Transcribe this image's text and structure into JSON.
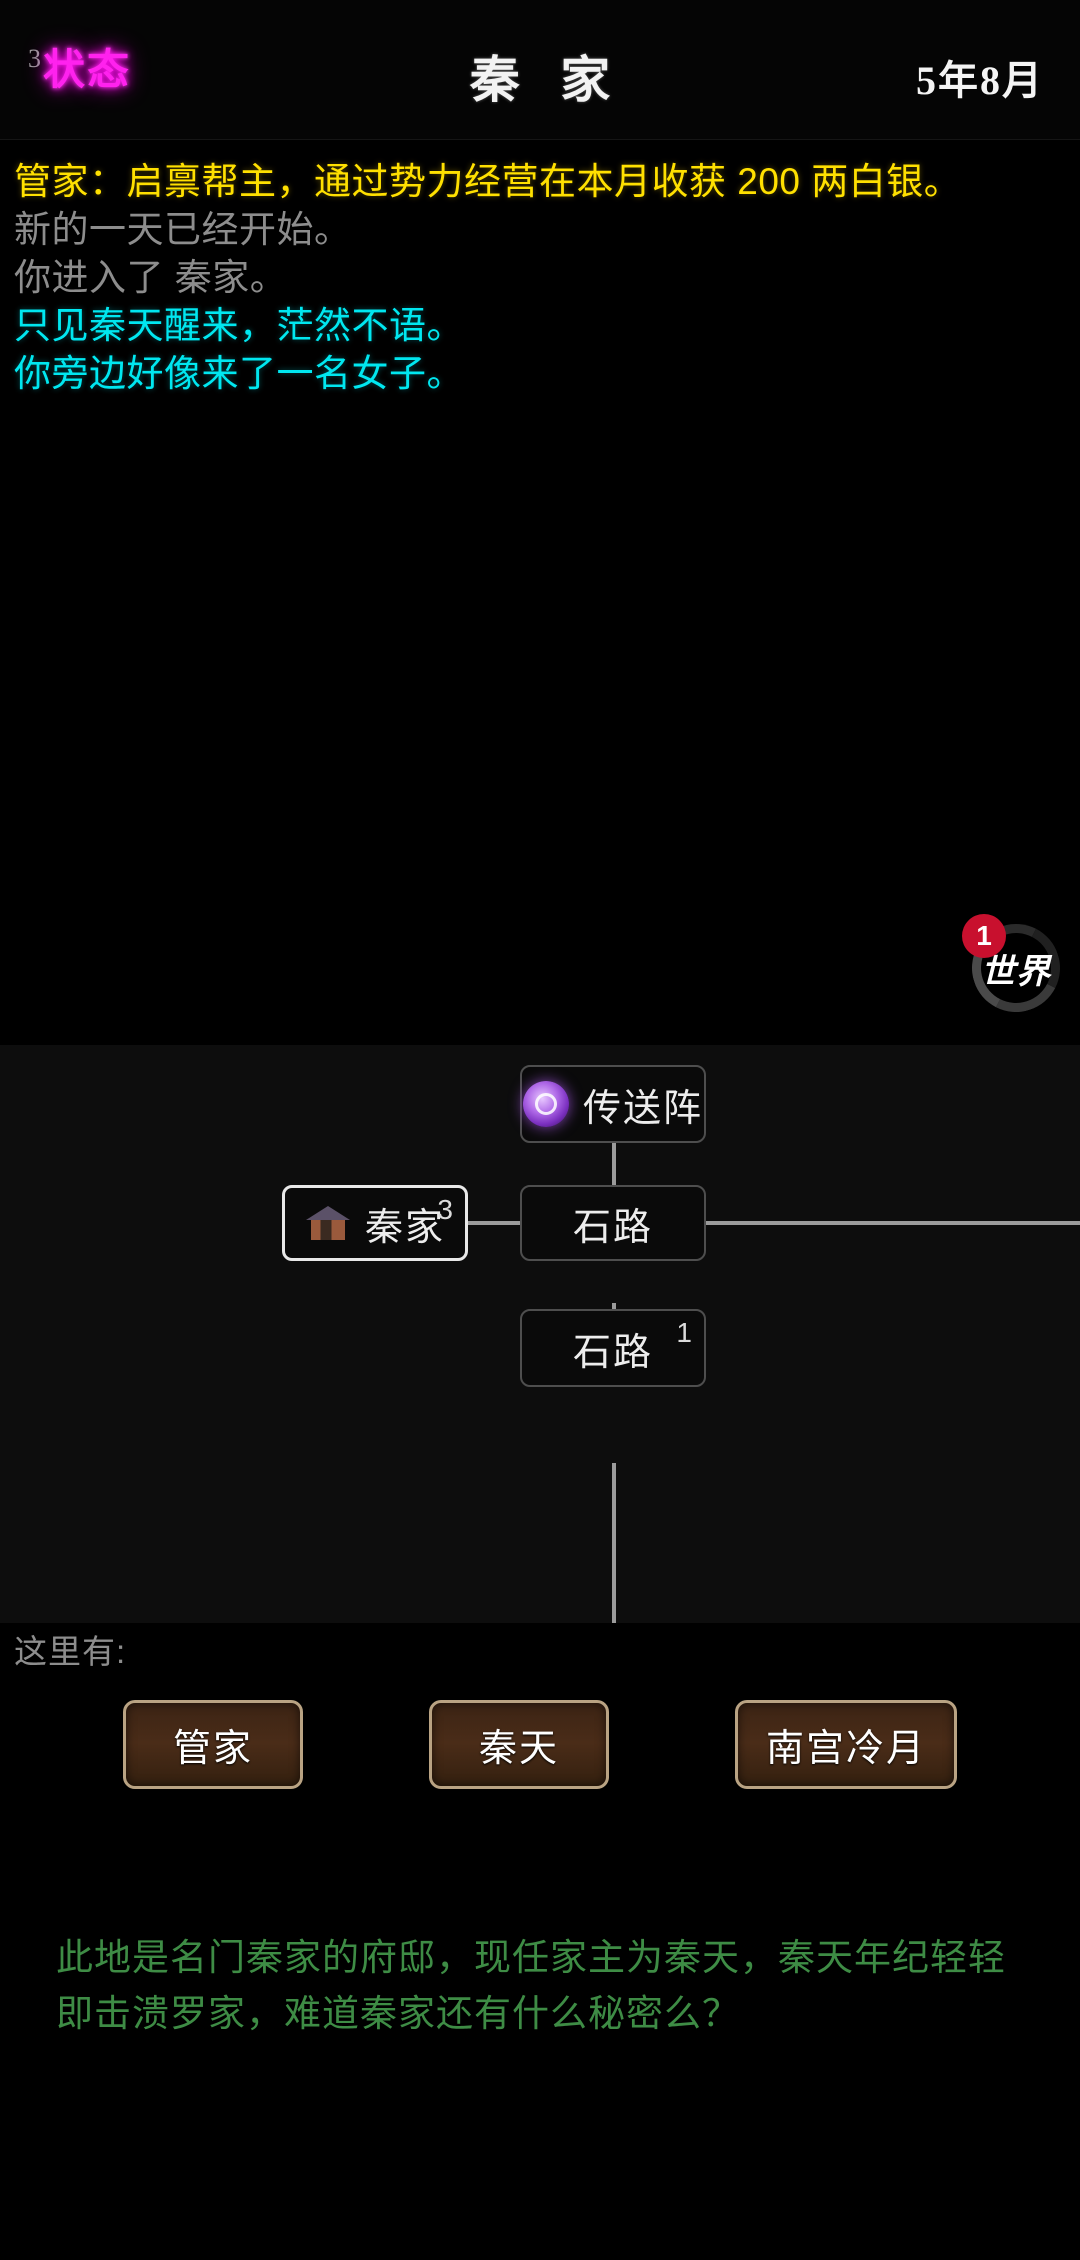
{
  "header": {
    "status_label": "状态",
    "status_badge": "3",
    "title": "秦 家",
    "date": "5年8月"
  },
  "log": {
    "lines": [
      {
        "text": "管家：启禀帮主，通过势力经营在本月收获 200 两白银。",
        "color": "gold"
      },
      {
        "text": "新的一天已经开始。",
        "color": "grey"
      },
      {
        "text": "你进入了 秦家。",
        "color": "grey"
      },
      {
        "text": "只见秦天醒来，茫然不语。",
        "color": "cyan"
      },
      {
        "text": "你旁边好像来了一名女子。",
        "color": "cyan"
      }
    ],
    "colors": {
      "gold": "#ffe000",
      "grey": "#8d8d8d",
      "cyan": "#00e7f0"
    }
  },
  "world_button": {
    "label": "世界",
    "badge": "1",
    "badge_color": "#c8102e"
  },
  "map": {
    "nodes": [
      {
        "id": "teleport",
        "label": "传送阵",
        "icon": "teleport-icon",
        "count": "",
        "current": false
      },
      {
        "id": "qinjia",
        "label": "秦家",
        "icon": "house-icon",
        "count": "3",
        "current": true
      },
      {
        "id": "stone-road-1",
        "label": "石路",
        "icon": "",
        "count": "",
        "current": false
      },
      {
        "id": "stone-road-2",
        "label": "石路",
        "icon": "",
        "count": "1",
        "current": false
      }
    ]
  },
  "here": {
    "label": "这里有:",
    "npcs": [
      {
        "name": "管家"
      },
      {
        "name": "秦天"
      },
      {
        "name": "南宫冷月"
      }
    ]
  },
  "description": {
    "text": "此地是名门秦家的府邸，现任家主为秦天，秦天年纪轻轻即击溃罗家，难道秦家还有什么秘密么？",
    "color": "#3e8c45"
  }
}
